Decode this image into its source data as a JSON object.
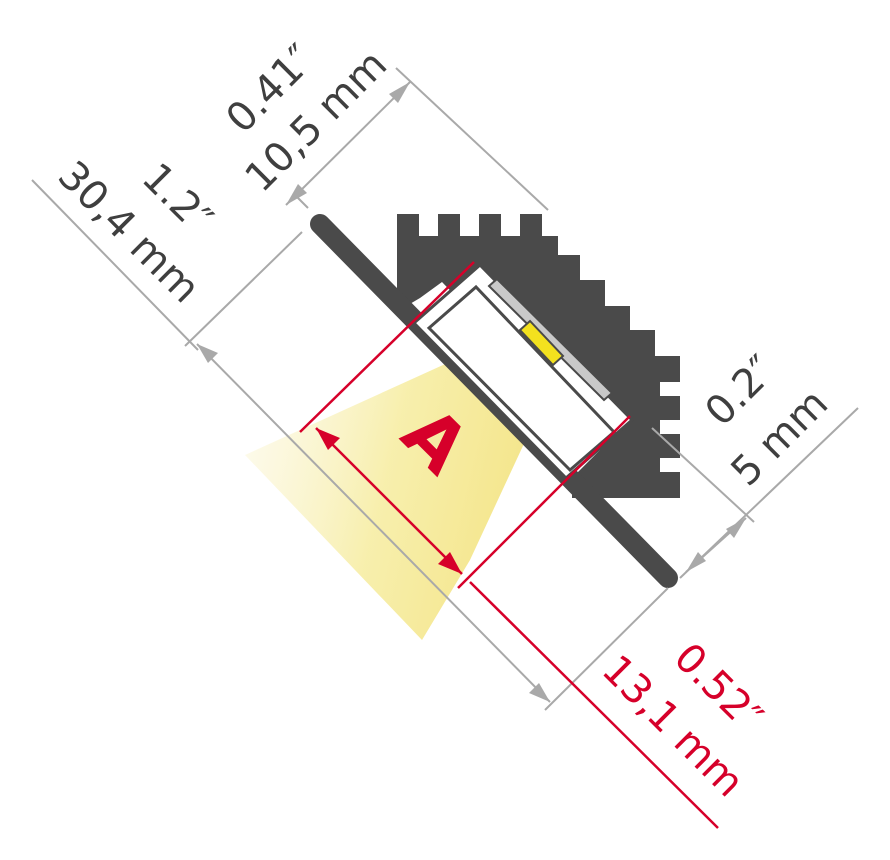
{
  "diagram": {
    "colors": {
      "profile": "#4a4a4a",
      "dimension_gray": "#a9a9a9",
      "dimension_text": "#3f3f3f",
      "accent_red": "#d6002a",
      "led_chip": "#f3e11e",
      "light_beam": "#f4e9a5",
      "diffuser": "#ffffff",
      "pcb": "#c9c9c9"
    },
    "dimensions": {
      "width": {
        "inch": "1.2″",
        "mm": "30,4 mm"
      },
      "depth": {
        "inch": "0.41″",
        "mm": "10,5 mm"
      },
      "flange": {
        "inch": "0.2″",
        "mm": "5 mm"
      },
      "opening": {
        "inch": "0.52″",
        "mm": "13,1 mm"
      }
    },
    "opening_marker": "A"
  }
}
